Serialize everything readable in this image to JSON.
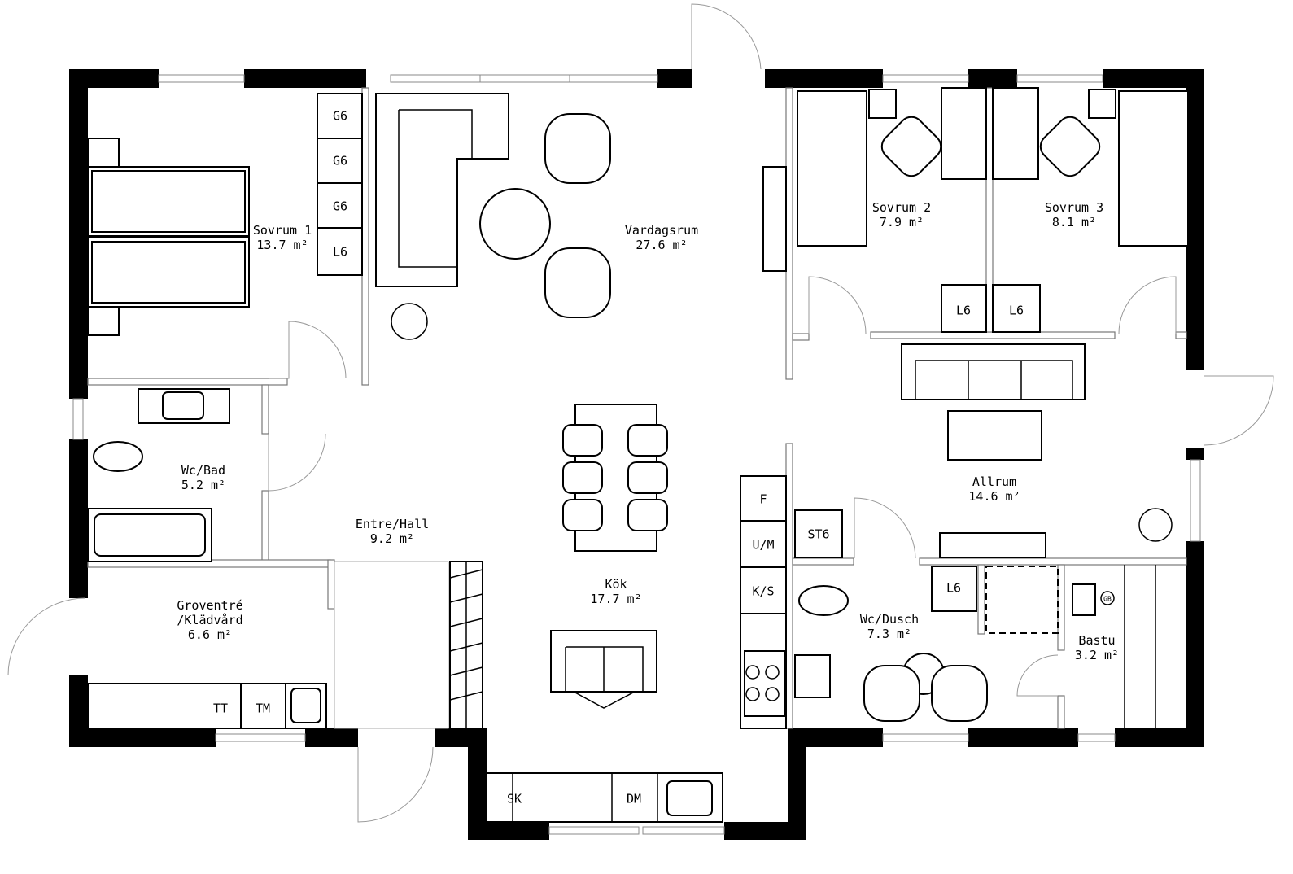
{
  "rooms": [
    {
      "name": "Sovrum 1",
      "area": "13.7 m²"
    },
    {
      "name": "Vardagsrum",
      "area": "27.6 m²"
    },
    {
      "name": "Sovrum 2",
      "area": "7.9 m²"
    },
    {
      "name": "Sovrum 3",
      "area": "8.1 m²"
    },
    {
      "name": "Wc/Bad",
      "area": "5.2 m²"
    },
    {
      "name": "Entre/Hall",
      "area": "9.2 m²"
    },
    {
      "name": "Allrum",
      "area": "14.6 m²"
    },
    {
      "name": "Kök",
      "area": "17.7 m²"
    },
    {
      "name": "Groventré",
      "name2": "/Klädvård",
      "area": "6.6 m²"
    },
    {
      "name": "Wc/Dusch",
      "area": "7.3 m²"
    },
    {
      "name": "Bastu",
      "area": "3.2 m²"
    }
  ],
  "fixtures": {
    "g6": "G6",
    "l6": "L6",
    "st6": "ST6",
    "f": "F",
    "um": "U/M",
    "ks": "K/S",
    "tt": "TT",
    "tm": "TM",
    "sk": "SK",
    "dm": "DM",
    "gb": "GB"
  }
}
